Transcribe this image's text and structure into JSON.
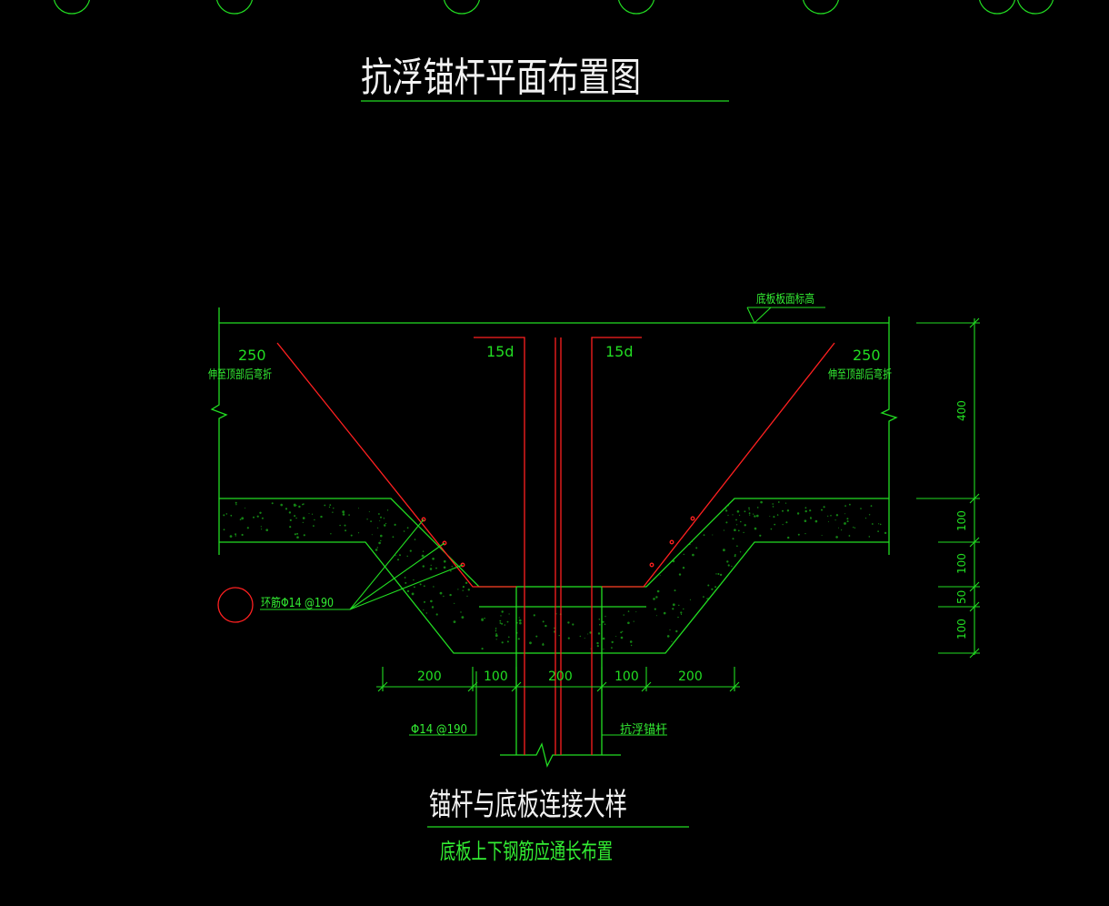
{
  "colors": {
    "background": "#000000",
    "line_green": "#22dd22",
    "rebar_red": "#ff2020",
    "title_white": "#f2f2f2",
    "text_green": "#33ee33"
  },
  "drawing": {
    "plan_title": "抗浮锚杆平面布置图",
    "detail_title": "锚杆与底板连接大样",
    "detail_note": "底板上下钢筋应通长布置"
  },
  "annotations": {
    "slab_top_elevation": "底板板面标高",
    "left_hook_length": "250",
    "left_hook_note": "伸至顶部后弯折",
    "right_hook_length": "250",
    "right_hook_note": "伸至顶部后弯折",
    "left_anchorage": "15d",
    "right_anchorage": "15d",
    "ring_bar": "环筋Φ14 @190",
    "stirrup": "Φ14 @190",
    "anchor_rod": "抗浮锚杆"
  },
  "dimensions": {
    "vertical": [
      "400",
      "100",
      "100",
      "50",
      "100"
    ],
    "horizontal": [
      "200",
      "100",
      "200",
      "100",
      "200"
    ]
  }
}
